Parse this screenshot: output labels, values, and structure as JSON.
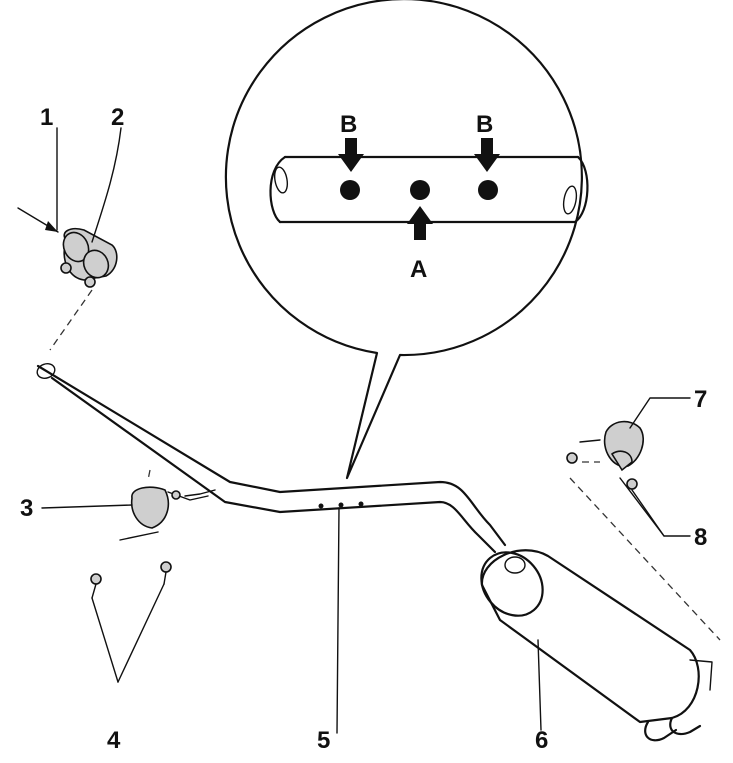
{
  "callouts": [
    "1",
    "2",
    "3",
    "4",
    "5",
    "6",
    "7",
    "8"
  ],
  "detail": {
    "upper_marker": "B",
    "lower_marker": "A"
  }
}
